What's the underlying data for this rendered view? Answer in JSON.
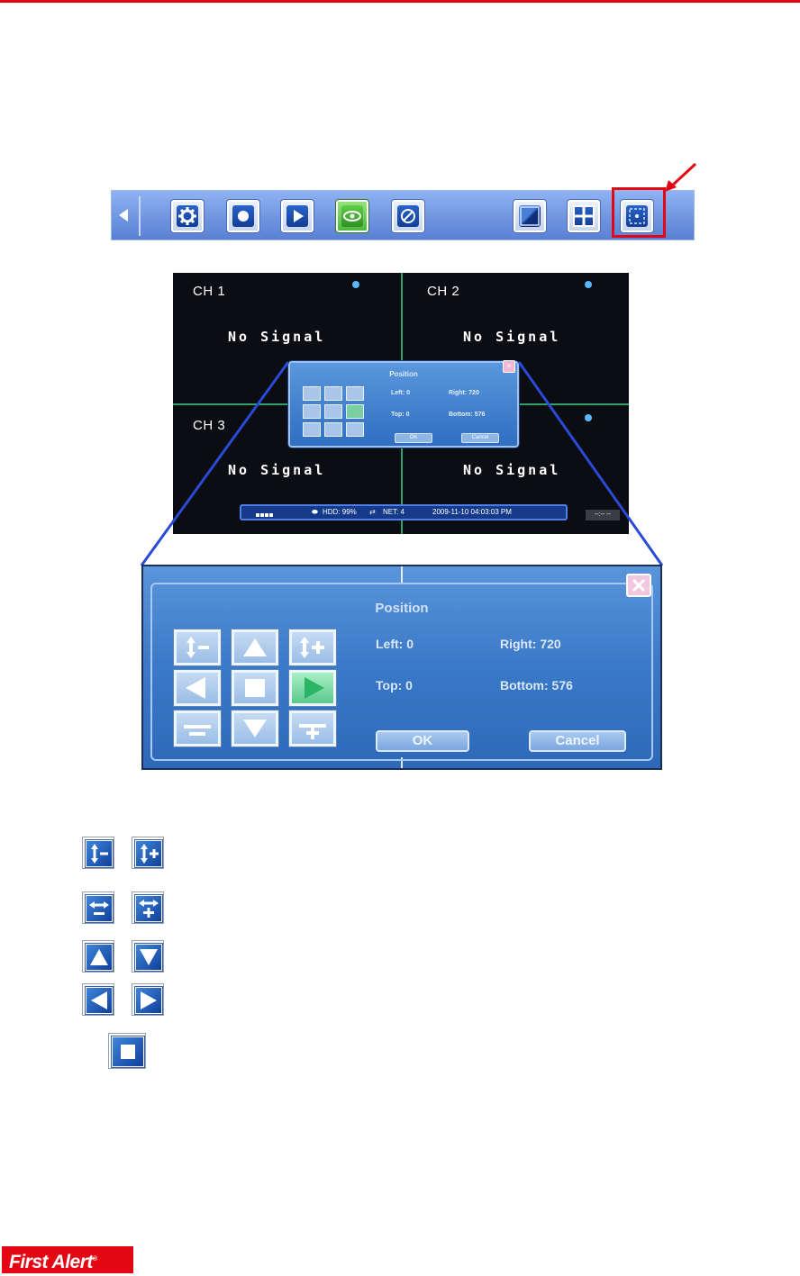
{
  "toolbar": {
    "buttons": [
      {
        "name": "settings",
        "icon": "gear-icon"
      },
      {
        "name": "record",
        "icon": "record-icon"
      },
      {
        "name": "playback",
        "icon": "play-icon"
      },
      {
        "name": "live-view",
        "icon": "eye-icon",
        "active": true
      },
      {
        "name": "disable",
        "icon": "no-entry-icon"
      },
      {
        "name": "single-view",
        "icon": "single-screen-icon"
      },
      {
        "name": "quad-view",
        "icon": "quad-screen-icon"
      },
      {
        "name": "position",
        "icon": "position-icon",
        "highlighted": true
      }
    ],
    "highlight_color": "#e30613"
  },
  "screen": {
    "channels": [
      {
        "label": "CH 1",
        "status": "No Signal"
      },
      {
        "label": "CH 2",
        "status": "No Signal"
      },
      {
        "label": "CH 3",
        "status": "No Signal"
      },
      {
        "label": "",
        "status": "No Signal"
      }
    ],
    "status_bar": {
      "hdd": "HDD: 99%",
      "net": "NET: 4",
      "datetime": "2009-11-10 04:03:03 PM"
    },
    "time_box": "--:-- --"
  },
  "position_dialog": {
    "title": "Position",
    "left": "Left: 0",
    "right": "Right: 720",
    "top": "Top: 0",
    "bottom": "Bottom: 576",
    "ok_label": "OK",
    "cancel_label": "Cancel",
    "close_icon": "close-icon"
  },
  "legend": [
    {
      "icons": [
        "height-decrease-icon",
        "height-increase-icon"
      ]
    },
    {
      "icons": [
        "width-decrease-icon",
        "width-increase-icon"
      ]
    },
    {
      "icons": [
        "arrow-up-icon",
        "arrow-down-icon"
      ]
    },
    {
      "icons": [
        "arrow-left-icon",
        "arrow-right-icon"
      ]
    },
    {
      "icons": [
        "reset-icon"
      ]
    }
  ],
  "brand": {
    "logo": "First Alert",
    "mark": "®",
    "color": "#e30613"
  }
}
